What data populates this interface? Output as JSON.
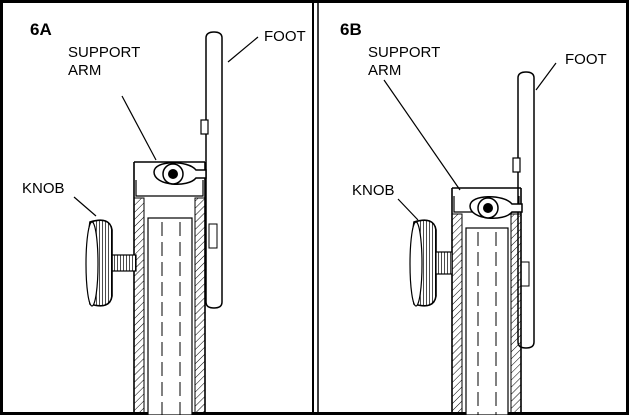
{
  "panels": [
    {
      "id": "6A",
      "labels": {
        "foot": "FOOT",
        "support_arm_line1": "SUPPORT",
        "support_arm_line2": "ARM",
        "knob": "KNOB"
      }
    },
    {
      "id": "6B",
      "labels": {
        "foot": "FOOT",
        "support_arm_line1": "SUPPORT",
        "support_arm_line2": "ARM",
        "knob": "KNOB"
      }
    }
  ],
  "colors": {
    "ink": "#000000",
    "paper": "#ffffff"
  }
}
